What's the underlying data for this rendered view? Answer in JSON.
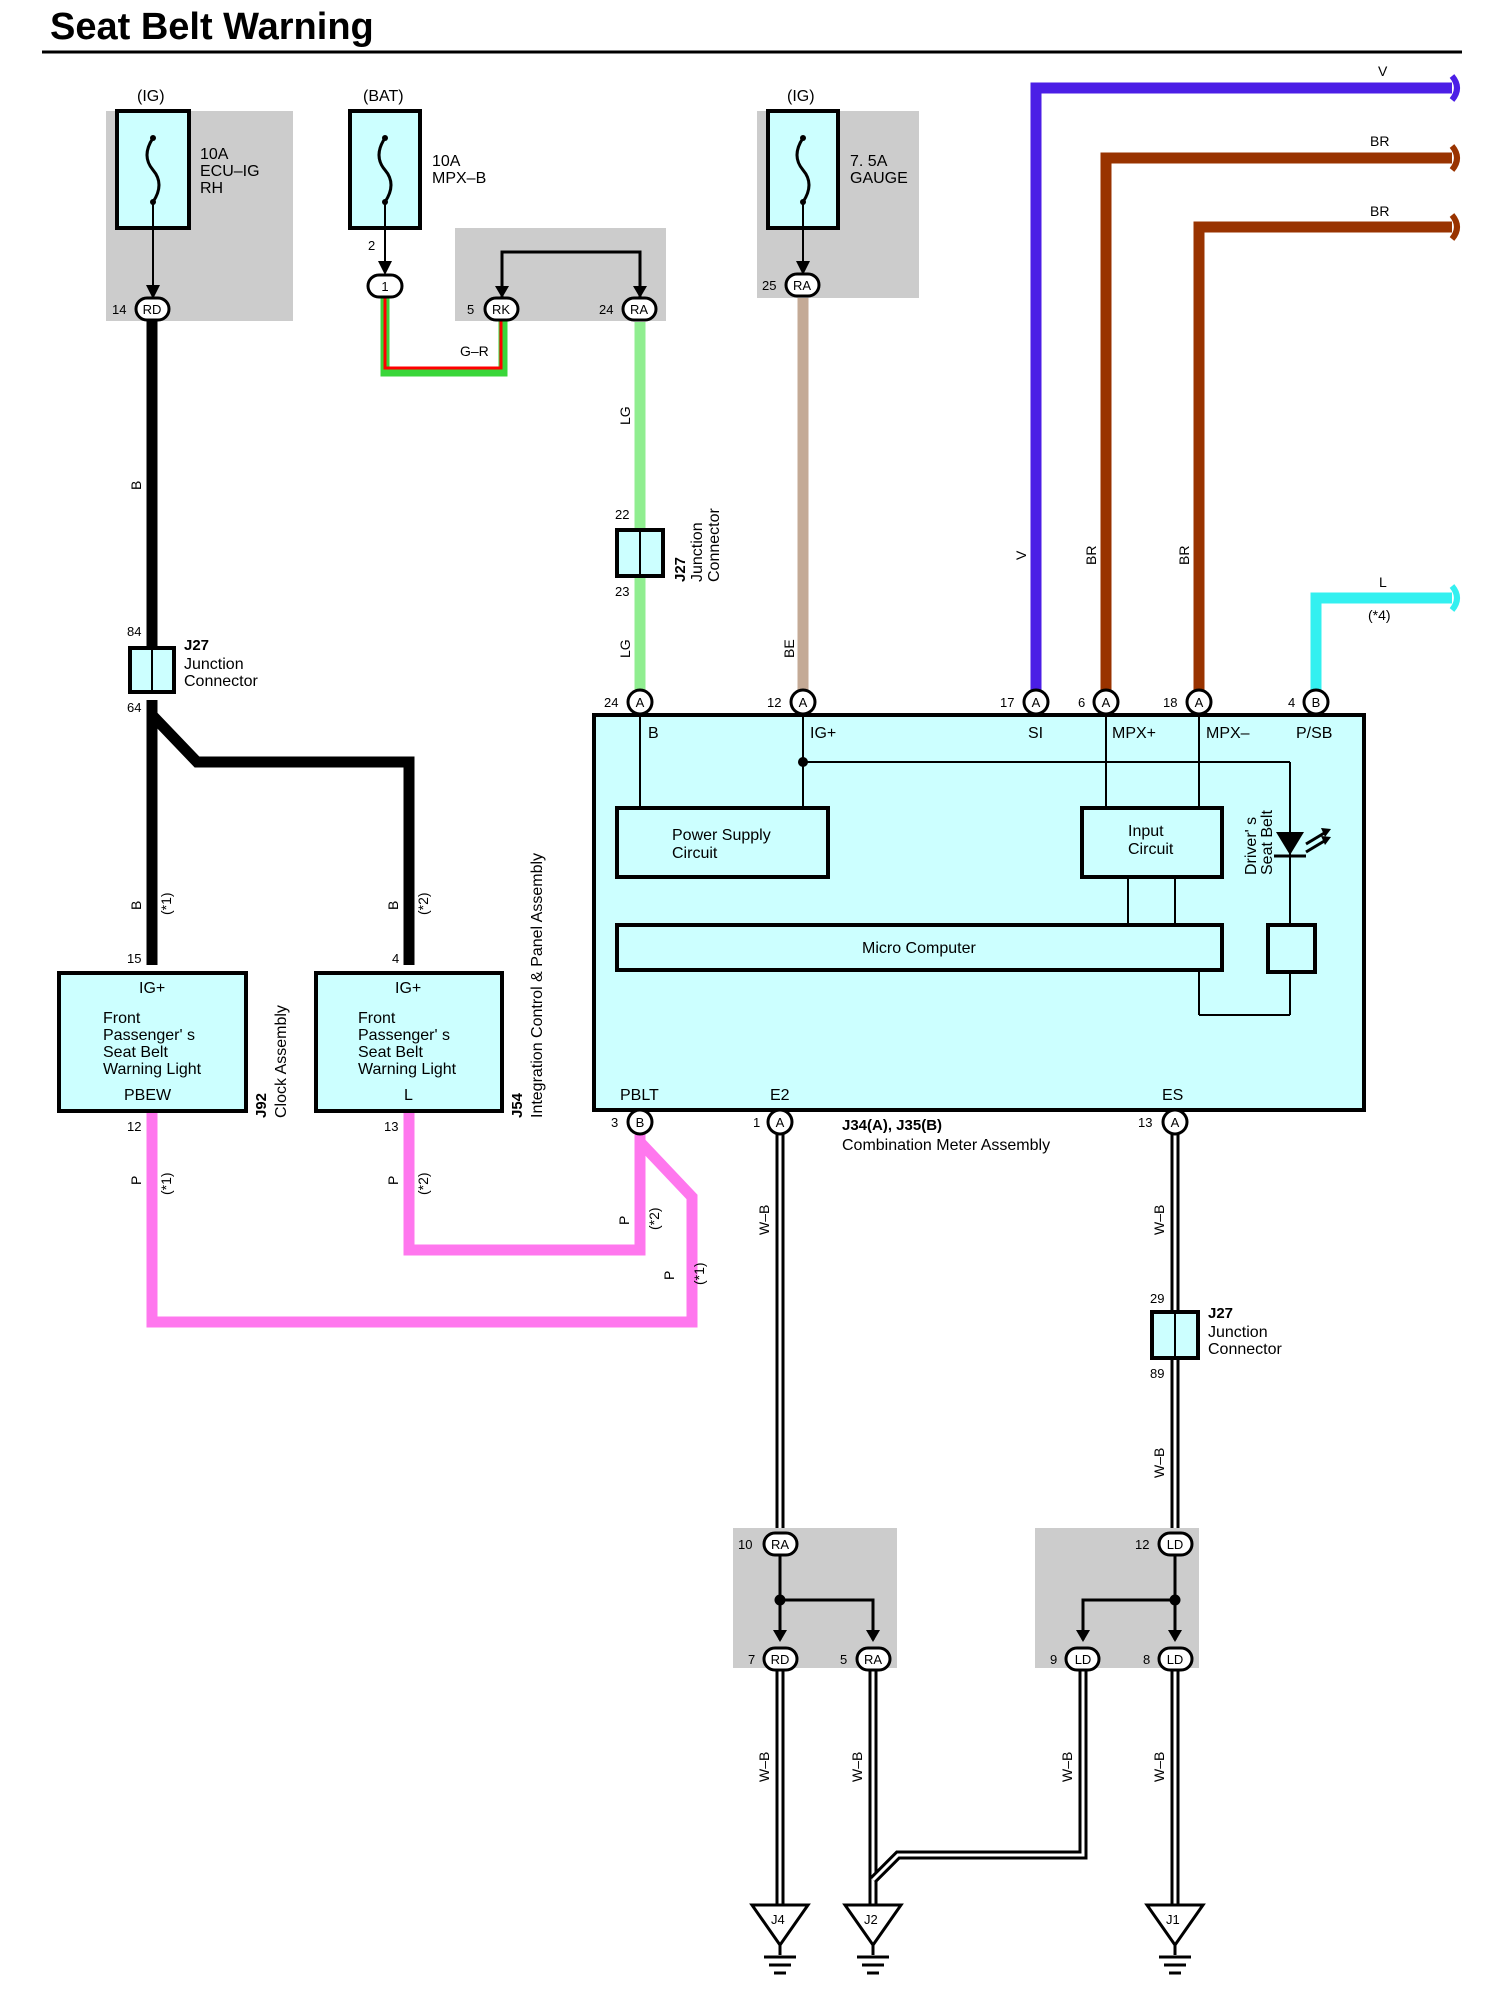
{
  "title": "Seat Belt Warning",
  "fuses": [
    {
      "supply": "(IG)",
      "rating": "10A",
      "name": "ECU–IG",
      "name2": "RH"
    },
    {
      "supply": "(BAT)",
      "rating": "10A",
      "name": "MPX–B"
    },
    {
      "supply": "(IG)",
      "rating": "7. 5A",
      "name": "GAUGE"
    }
  ],
  "connectors": {
    "c14": "RD",
    "c1": "1",
    "c5": "RK",
    "c24": "RA",
    "c25": "RA",
    "c_a": "A",
    "c_b": "B",
    "rd": "RD",
    "ra": "RA",
    "ld": "LD"
  },
  "pins": {
    "p14": "14",
    "p2": "2",
    "p5": "5",
    "p24": "24",
    "p25": "25",
    "p84": "84",
    "p64": "64",
    "p22": "22",
    "p23": "23",
    "p15": "15",
    "p4": "4",
    "p12": "12",
    "p13": "13",
    "pA24": "24",
    "pA12": "12",
    "pA17": "17",
    "pA6": "6",
    "pA18": "18",
    "pB4": "4",
    "pB3": "3",
    "pA1": "1",
    "pA13": "13",
    "p29": "29",
    "p89": "89",
    "p10": "10",
    "p7": "7",
    "p5b": "5",
    "p12b": "12",
    "p9": "9",
    "p8": "8"
  },
  "wires": {
    "b": "B",
    "gr": "G–R",
    "lg": "LG",
    "be": "BE",
    "v": "V",
    "br": "BR",
    "l": "L",
    "p": "P",
    "wb": "W–B",
    "star1": "(*1)",
    "star2": "(*2)",
    "star4": "(*4)"
  },
  "junction": {
    "code": "J27",
    "name1": "Junction",
    "name2": "Connector"
  },
  "meter": {
    "code": "J34(A), J35(B)",
    "name": "Combination Meter Assembly",
    "pin_b": "B",
    "pin_ig": "IG+",
    "pin_si": "SI",
    "pin_mpxp": "MPX+",
    "pin_mpxm": "MPX–",
    "pin_psb": "P/SB",
    "pin_pblt": "PBLT",
    "pin_e2": "E2",
    "pin_es": "ES",
    "power_supply_1": "Power Supply",
    "power_supply_2": "Circuit",
    "input_1": "Input",
    "input_2": "Circuit",
    "micro": "Micro Computer",
    "driver_1": "Driver' s",
    "driver_2": "Seat Belt"
  },
  "lamp1": {
    "top": "IG+",
    "l1": "Front",
    "l2": "Passenger' s",
    "l3": "Seat Belt",
    "l4": "Warning Light",
    "bottom": "PBEW",
    "code": "J92",
    "name": "Clock Assembly"
  },
  "lamp2": {
    "top": "IG+",
    "l1": "Front",
    "l2": "Passenger' s",
    "l3": "Seat Belt",
    "l4": "Warning Light",
    "bottom": "L",
    "code": "J54",
    "name": "Integration Control & Panel Assembly"
  },
  "grounds": {
    "g1": "J4",
    "g2": "J2",
    "g3": "J1"
  },
  "colors": {
    "black": "#000000",
    "green": "#39d639",
    "red": "#ff0000",
    "lightgreen": "#90ee90",
    "beige": "#c4aa96",
    "violet": "#4b1ee6",
    "brown": "#993300",
    "cyan": "#33f0f0",
    "pink": "#ff77ee",
    "box": "#ccffff",
    "gray": "#cccccc"
  }
}
